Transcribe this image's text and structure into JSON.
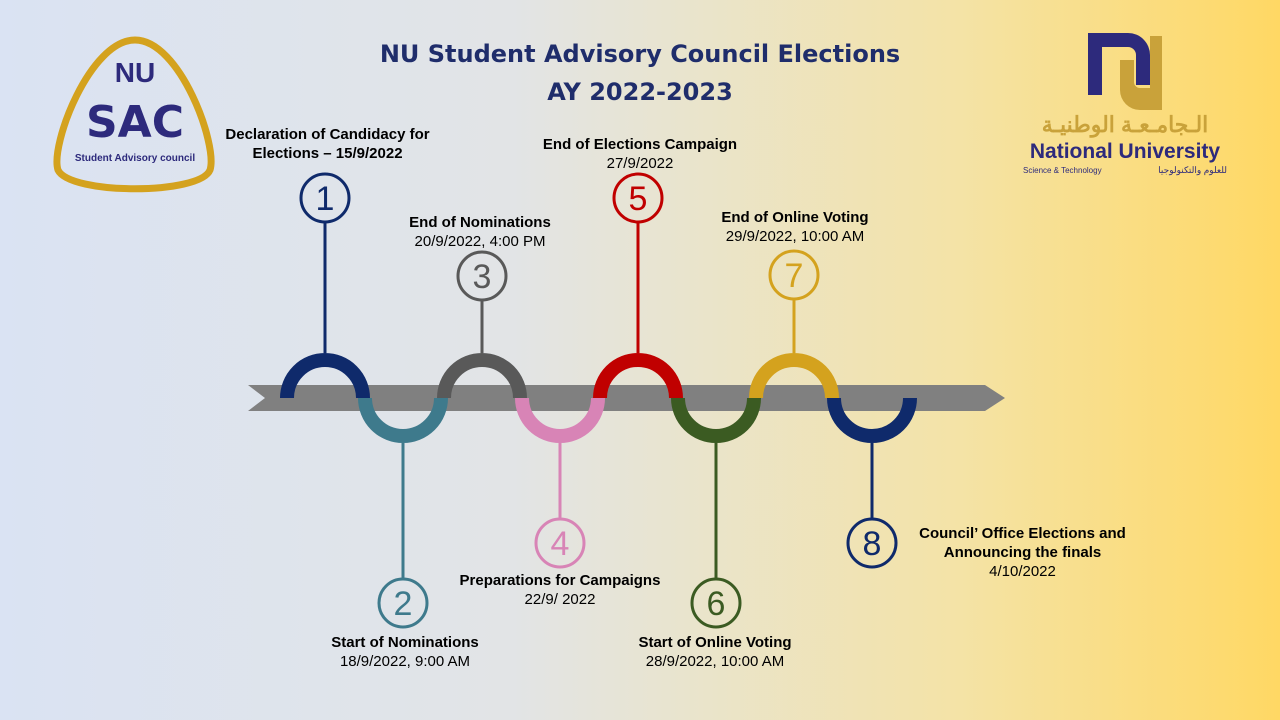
{
  "title": {
    "line1": "NU Student Advisory Council Elections",
    "line2": "AY 2022-2023"
  },
  "logo_left": {
    "text": "SAC",
    "subtitle": "Student Advisory council",
    "mark": "NU"
  },
  "logo_right": {
    "arabic": "الـجامـعـة الوطنيـة",
    "name": "National University",
    "sub_en": "Science & Technology",
    "sub_ar": "للعلوم والتكنولوجيا"
  },
  "milestones": [
    {
      "number": "1",
      "title": "Declaration of Candidacy for Elections – 15/9/2022",
      "date": "",
      "color": "#0f2a6b"
    },
    {
      "number": "2",
      "title": "Start of Nominations",
      "date": "18/9/2022, 9:00 AM",
      "color": "#3e7a8c"
    },
    {
      "number": "3",
      "title": "End of Nominations",
      "date": "20/9/2022, 4:00 PM",
      "color": "#595959"
    },
    {
      "number": "4",
      "title": "Preparations for Campaigns",
      "date": "22/9/ 2022",
      "color": "#d884b6"
    },
    {
      "number": "5",
      "title": "End of Elections Campaign",
      "date": "27/9/2022",
      "color": "#c00000"
    },
    {
      "number": "6",
      "title": "Start of Online Voting",
      "date": "28/9/2022, 10:00 AM",
      "color": "#3b5b22"
    },
    {
      "number": "7",
      "title": "End of Online Voting",
      "date": "29/9/2022, 10:00 AM",
      "color": "#d4a21e"
    },
    {
      "number": "8",
      "title": "Council’ Office Elections and Announcing the finals",
      "date": "4/10/2022",
      "color": "#0f2a6b"
    }
  ]
}
